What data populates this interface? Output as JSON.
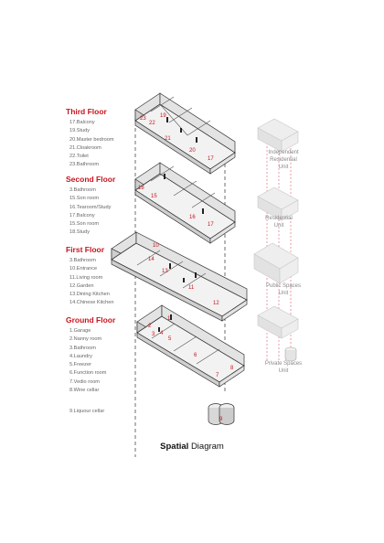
{
  "floors": [
    {
      "title": "Third Floor",
      "rooms": [
        "17.Balcony",
        "19.Study",
        "20.Master bedroom",
        "21.Cloakroom",
        "22.Toilet",
        "23.Bathroom"
      ]
    },
    {
      "title": "Second Floor",
      "rooms": [
        "3.Bathroom",
        "15.Son room",
        "16.Tearoom/Study",
        "17.Balcony",
        "15.Son room",
        "18.Study"
      ]
    },
    {
      "title": "First Floor",
      "rooms": [
        "3.Bathroom",
        "10.Entrance",
        "11.Living room",
        "12.Garden",
        "13.Dining Kitchen",
        "14.Chinese Kitchen"
      ]
    },
    {
      "title": "Ground Floor",
      "rooms": [
        "1.Garage",
        "2.Nanny room",
        "3.Bathroom",
        "4.Laundry",
        "5.Freezer",
        "6.Function room",
        "7.Vedio room",
        "8.Wine cellar"
      ]
    }
  ],
  "basement_note": "9.Liquour cellar",
  "caption": {
    "bold": "Spatial",
    "rest": "Diagram"
  },
  "units": [
    {
      "line1": "Independent",
      "line2": "Residential",
      "line3": "Unit"
    },
    {
      "line1": "Residential",
      "line2": "Unit"
    },
    {
      "line1": "Public Spaces",
      "line2": "Unit"
    },
    {
      "line1": "Private Spaces",
      "line2": "Unit"
    }
  ],
  "plan_numbers": {
    "third": [
      "23",
      "19",
      "22",
      "21",
      "20",
      "17"
    ],
    "second": [
      "18",
      "15",
      "16",
      "17"
    ],
    "first": [
      "10",
      "14",
      "13",
      "11",
      "12"
    ],
    "ground": [
      "2",
      "3",
      "4",
      "5",
      "1",
      "6",
      "7",
      "8"
    ],
    "cellar": [
      "9"
    ]
  },
  "colors": {
    "accent": "#c8141e",
    "wall": "#e6e6e6",
    "outline": "#333333",
    "dashed": "#e05a6a"
  }
}
